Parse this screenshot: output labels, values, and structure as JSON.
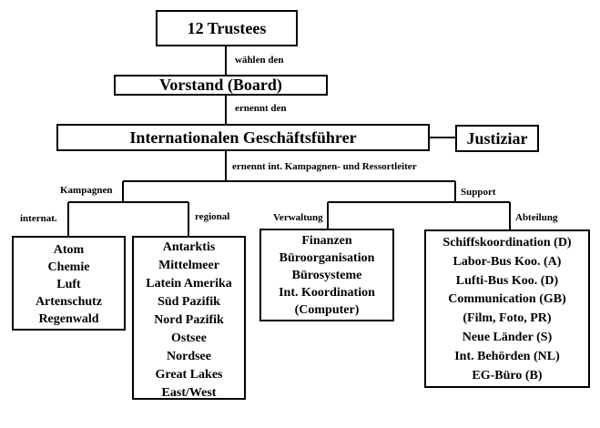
{
  "trustees": "12 Trustees",
  "edge_trustees_board": "wählen den",
  "board": "Vorstand (Board)",
  "edge_board_gm": "ernennt den",
  "general_manager": "Internationalen Geschäftsführer",
  "legal": "Justiziar",
  "edge_gm_leaders": "ernennt int. Kampagnen- und Ressortleiter",
  "campaigns": {
    "label": "Kampagnen",
    "international": {
      "label": "internat.",
      "items": [
        "Atom",
        "Chemie",
        "Luft",
        "Artenschutz",
        "Regenwald"
      ]
    },
    "regional": {
      "label": "regional",
      "items": [
        "Antarktis",
        "Mittelmeer",
        "Latein Amerika",
        "Süd Pazifik",
        "Nord Pazifik",
        "Ostsee",
        "Nordsee",
        "Great Lakes",
        "East/West"
      ]
    }
  },
  "support": {
    "label": "Support",
    "administration": {
      "label": "Verwaltung",
      "items": [
        "Finanzen",
        "Büroorganisation",
        "Bürosysteme",
        "Int. Koordination",
        "(Computer)"
      ]
    },
    "departments": {
      "label": "Abteilung",
      "items": [
        "Schiffskoordination (D)",
        "Labor-Bus Koo. (A)",
        "Lufti-Bus Koo. (D)",
        "Communication (GB)",
        "(Film, Foto, PR)",
        "Neue Länder (S)",
        "Int. Behörden (NL)",
        "EG-Büro (B)"
      ]
    }
  }
}
